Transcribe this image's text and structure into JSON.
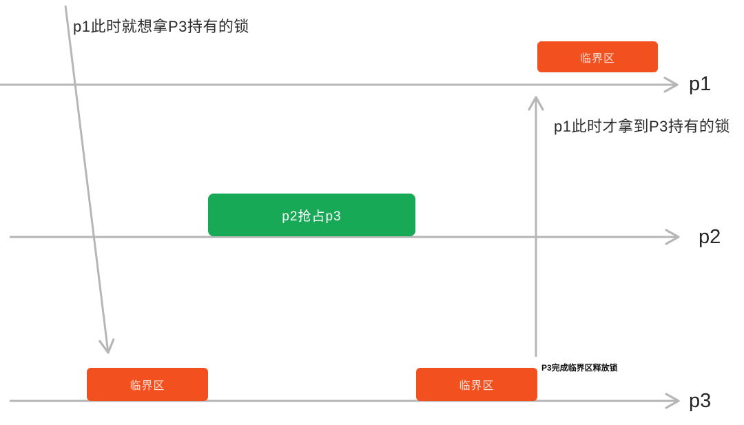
{
  "diagram": {
    "kind": "priority-inversion-timeline",
    "notes": {
      "top_left": "p1此时就想拿P3持有的锁",
      "right": "p1此时才拿到P3持有的锁",
      "release": "P3完成临界区释放锁"
    },
    "timelines": [
      {
        "label": "p1"
      },
      {
        "label": "p2"
      },
      {
        "label": "p3"
      }
    ],
    "blocks": [
      {
        "label": "临界区",
        "type": "critical-section",
        "track": "p1"
      },
      {
        "label": "p2抢占p3",
        "type": "preemption",
        "track": "p2"
      },
      {
        "label": "临界区",
        "type": "critical-section",
        "track": "p3"
      },
      {
        "label": "临界区",
        "type": "critical-section",
        "track": "p3"
      }
    ],
    "colors": {
      "critical_section": "#F2501F",
      "preemption": "#18A957",
      "line": "#B6B6B6",
      "text": "#2B2B2B"
    }
  }
}
